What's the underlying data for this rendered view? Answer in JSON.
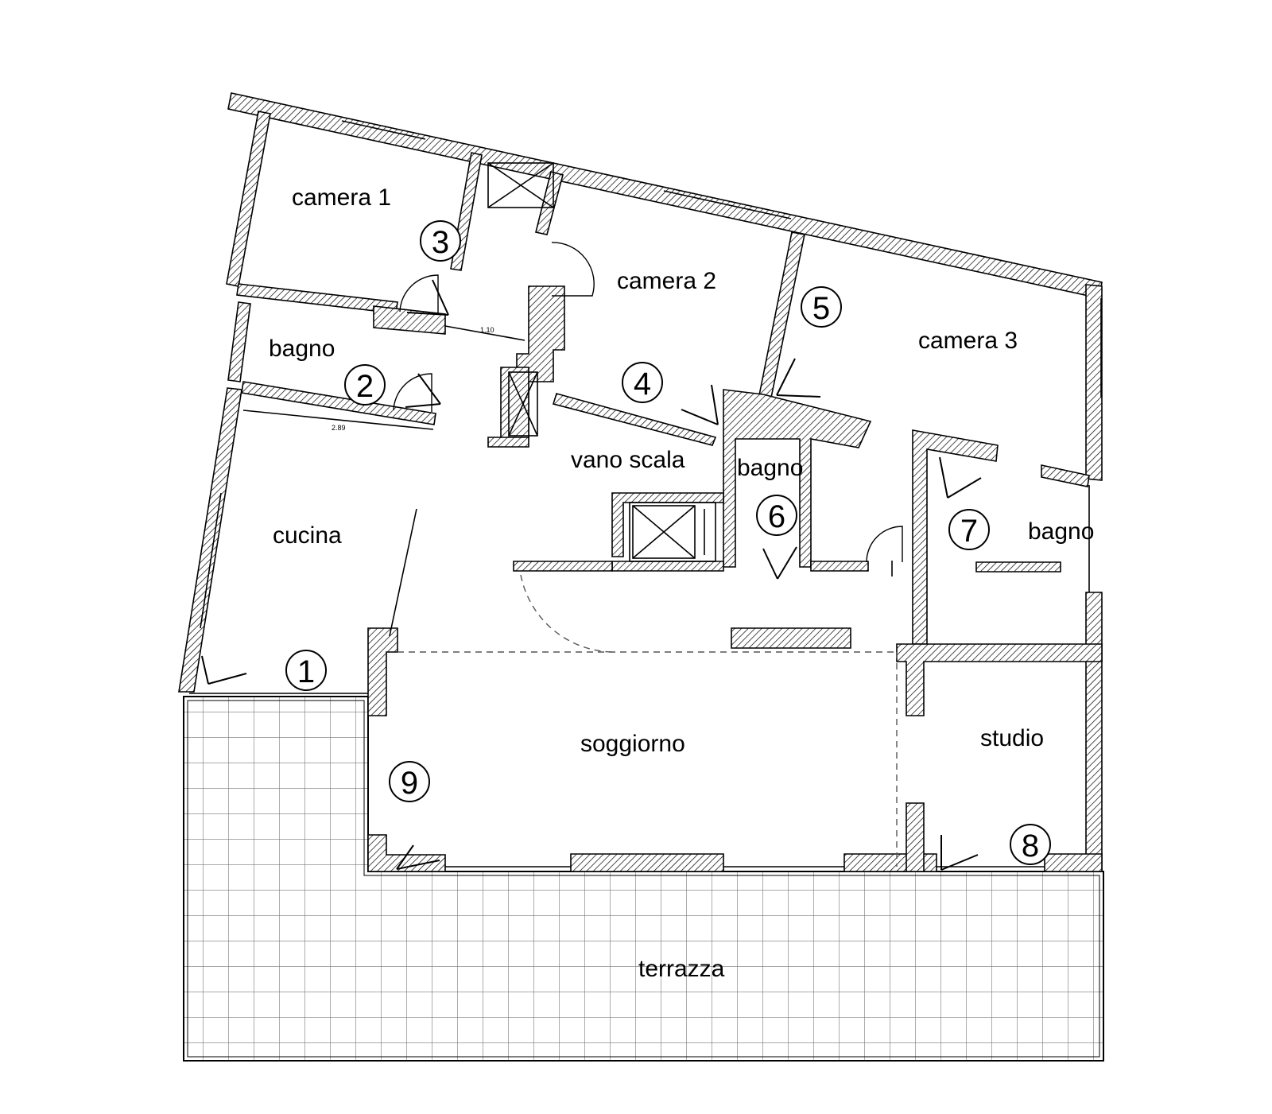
{
  "rooms": {
    "camera1": "camera 1",
    "camera2": "camera 2",
    "camera3": "camera 3",
    "bagno_left": "bagno",
    "bagno_center": "bagno",
    "bagno_right": "bagno",
    "cucina": "cucina",
    "vano_scala": "vano scala",
    "soggiorno": "soggiorno",
    "studio": "studio",
    "terrazza": "terrazza"
  },
  "markers": [
    "1",
    "2",
    "3",
    "4",
    "5",
    "6",
    "7",
    "8",
    "9"
  ],
  "dimensions": {
    "corridor_width": "1.10",
    "kitchen_wall": "2.89"
  },
  "colors": {
    "line": "#000000",
    "background": "#ffffff"
  }
}
